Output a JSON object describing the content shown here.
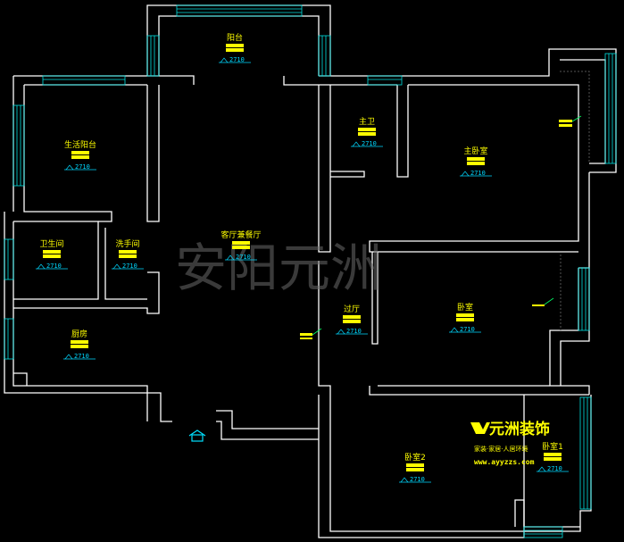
{
  "watermark": "安阳元洲",
  "rooms": [
    {
      "name": "阳台",
      "height": "2710"
    },
    {
      "name": "生活阳台",
      "height": "2710"
    },
    {
      "name": "主卫",
      "height": "2710"
    },
    {
      "name": "主卧室",
      "height": "2710"
    },
    {
      "name": "客厅兼餐厅",
      "height": "2710"
    },
    {
      "name": "卫生间",
      "height": "2710"
    },
    {
      "name": "洗手间",
      "height": "2710"
    },
    {
      "name": "厨房",
      "height": "2710"
    },
    {
      "name": "过厅",
      "height": "2710"
    },
    {
      "name": "卧室",
      "height": "2710"
    },
    {
      "name": "卧室2",
      "height": "2710"
    },
    {
      "name": "卧室1",
      "height": "2710"
    }
  ],
  "brand": {
    "name": "元洲装饰",
    "tagline": "家装·家居·人居环境",
    "url": "www.ayyzzs.com"
  },
  "colors": {
    "walls": "#ffffff",
    "labels": "#ffff00",
    "dimensions": "#00d8ff",
    "windows": "#00e0e0",
    "watermark": "#6a6a6a"
  }
}
